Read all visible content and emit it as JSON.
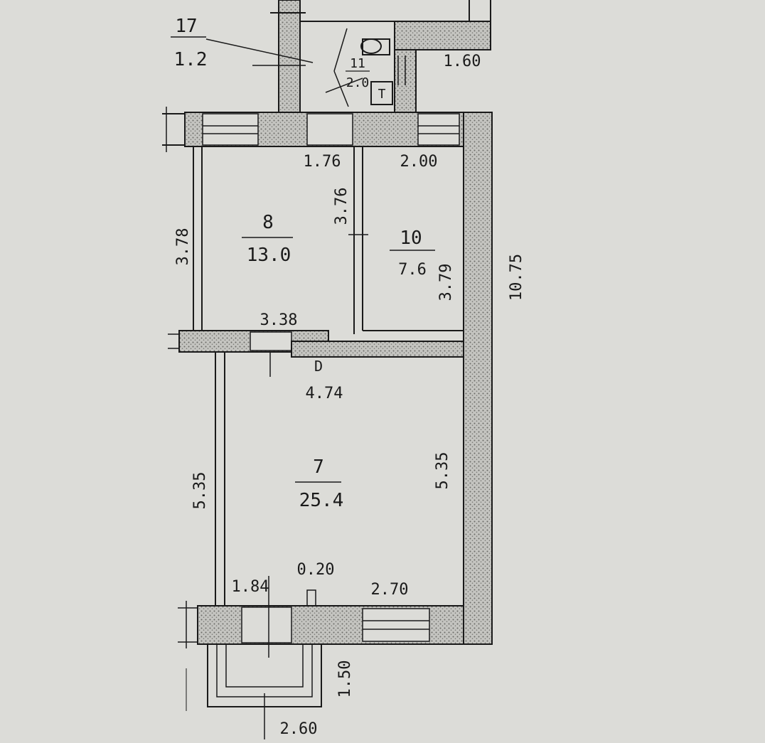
{
  "rooms": [
    {
      "number": "8",
      "area": "13.0"
    },
    {
      "number": "10",
      "area": "7.6"
    },
    {
      "number": "7",
      "area": "25.4"
    },
    {
      "number": "11",
      "area": "2.0"
    },
    {
      "number": "17",
      "area": "1.2"
    }
  ],
  "dimensions": {
    "top_corridor_width": "1.60",
    "room8_top": "1.76",
    "room10_top": "2.00",
    "room8_left": "3.78",
    "partition_8_10": "3.76",
    "room10_right": "3.79",
    "overall_right": "10.75",
    "room8_bottom": "3.38",
    "room7_top": "4.74",
    "room7_left": "5.35",
    "room7_right": "5.35",
    "bottom_left": "1.84",
    "bottom_mid": "0.20",
    "bottom_right": "2.70",
    "porch_depth": "1.50",
    "porch_width": "2.60"
  },
  "marks": {
    "door_mark": "D",
    "wc_mark": "T"
  },
  "colors": {
    "paper": "#dcdcd8",
    "ink": "#1a1a1a",
    "wall_fill": "#b8b8b4"
  }
}
